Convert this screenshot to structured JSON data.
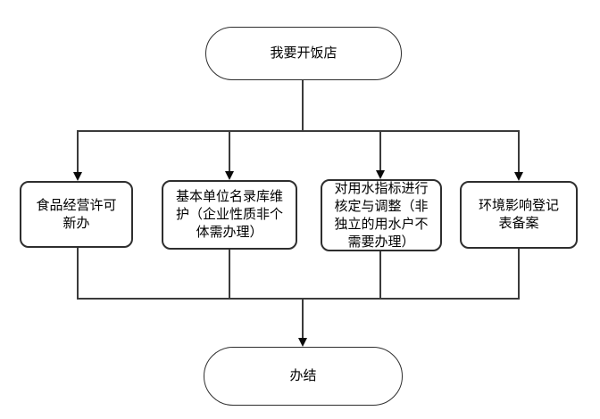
{
  "diagram": {
    "type": "flowchart",
    "background_color": "#ffffff",
    "line_color": "#3b3b3b",
    "border_color": "#2e2e2e",
    "text_color": "#000000",
    "nodes": {
      "start": {
        "label": "我要开饭店",
        "shape": "stadium"
      },
      "task_food_license": {
        "label": "食品经营许可\n新办",
        "shape": "rounded-rect"
      },
      "task_unit_directory": {
        "label": "基本单位名录库维\n护（企业性质非个\n体需办理）",
        "shape": "rounded-rect"
      },
      "task_water_quota": {
        "label": "对用水指标进行\n核定与调整（非\n独立的用水户不\n需要办理）",
        "shape": "rounded-rect"
      },
      "task_env_registration": {
        "label": "环境影响登记\n表备案",
        "shape": "rounded-rect"
      },
      "end": {
        "label": "办结",
        "shape": "stadium"
      }
    },
    "edges": [
      {
        "from": "start",
        "to": "task_food_license",
        "arrow": true
      },
      {
        "from": "start",
        "to": "task_unit_directory",
        "arrow": true
      },
      {
        "from": "start",
        "to": "task_water_quota",
        "arrow": true
      },
      {
        "from": "start",
        "to": "task_env_registration",
        "arrow": true
      },
      {
        "from": "task_food_license",
        "to": "end",
        "arrow": true
      },
      {
        "from": "task_unit_directory",
        "to": "end",
        "arrow": true
      },
      {
        "from": "task_water_quota",
        "to": "end",
        "arrow": true
      },
      {
        "from": "task_env_registration",
        "to": "end",
        "arrow": true
      }
    ]
  }
}
